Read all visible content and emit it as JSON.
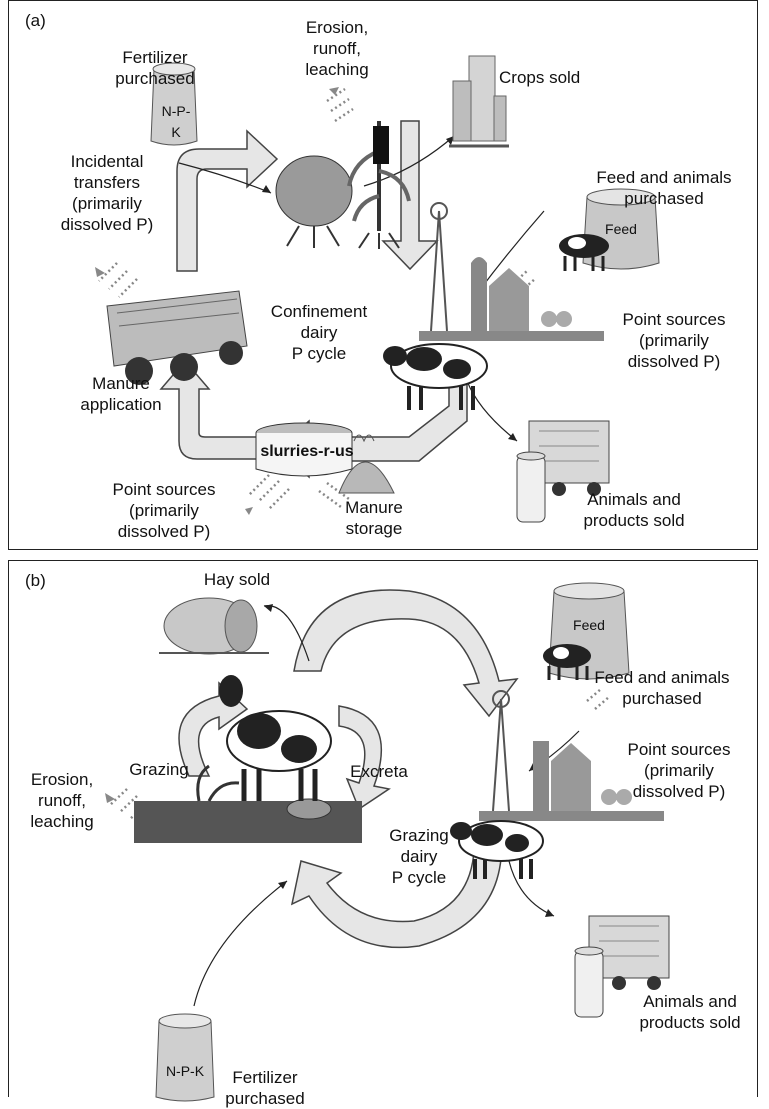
{
  "panel_a": {
    "tag": "(a)",
    "fertilizer_purchased": "Fertilizer\npurchased",
    "bag_npk": "N-P-K",
    "erosion": "Erosion,\nrunoff,\nleaching",
    "crops_sold": "Crops sold",
    "incidental": "Incidental\ntransfers\n(primarily\ndissolved P)",
    "feed_animals": "Feed and animals\npurchased",
    "bag_feed": "Feed",
    "cycle": "Confinement\ndairy\nP cycle",
    "point_sources_right": "Point sources\n(primarily\ndissolved P)",
    "manure_application": "Manure\napplication",
    "tank_text": "slurries-r-us",
    "manure_storage": "Manure\nstorage",
    "point_sources_left": "Point sources\n(primarily\ndissolved P)",
    "animals_sold": "Animals and\nproducts sold"
  },
  "panel_b": {
    "tag": "(b)",
    "hay_sold": "Hay sold",
    "bag_feed": "Feed",
    "feed_animals": "Feed and animals\npurchased",
    "point_sources": "Point sources\n(primarily\ndissolved P)",
    "erosion": "Erosion,\nrunoff,\nleaching",
    "grazing": "Grazing",
    "excreta": "Excreta",
    "cycle": "Grazing\ndairy\nP cycle",
    "bag_npk": "N-P-K",
    "fertilizer_purchased": "Fertilizer\npurchased",
    "animals_sold": "Animals and\nproducts sold"
  },
  "icons": [
    "fertilizer-bag-icon",
    "crop-plants-icon",
    "grain-elevator-icon",
    "feed-bag-icon",
    "cow-icon",
    "farm-icon",
    "manure-spreader-icon",
    "manure-tank-icon",
    "milk-truck-icon",
    "hay-bale-icon",
    "pasture-icon"
  ]
}
